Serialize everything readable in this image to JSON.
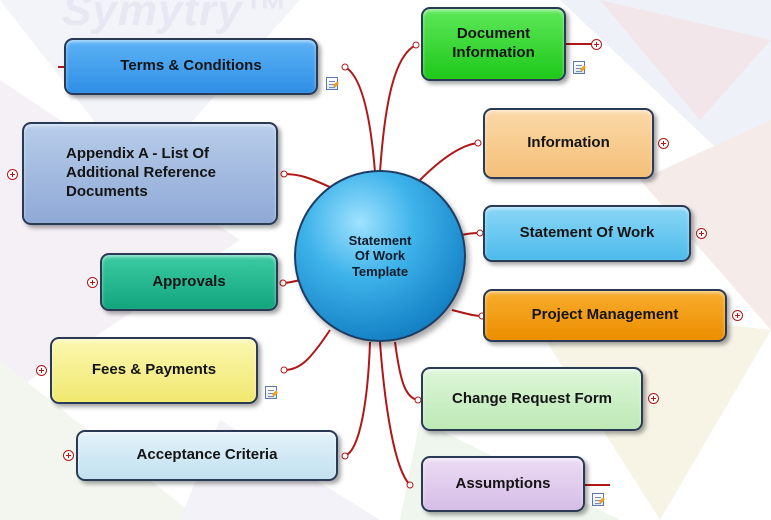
{
  "watermark": "Symytry™",
  "center": {
    "label": "Statement Of Work Template"
  },
  "topics": {
    "terms": "Terms & Conditions",
    "appendix": "Appendix A - List Of Additional Reference Documents",
    "approvals": "Approvals",
    "fees": "Fees & Payments",
    "acceptance": "Acceptance Criteria",
    "doc_info": "Document Information",
    "information": "Information",
    "sow": "Statement Of Work",
    "pm": "Project Management",
    "change": "Change Request Form",
    "assumptions": "Assumptions"
  },
  "colors": {
    "terms": "#2f8fe6",
    "appendix": "#9bb5de",
    "approvals": "#18b38a",
    "fees": "#f6f08c",
    "acceptance": "#cbe6f3",
    "doc_info": "#22d31e",
    "information": "#f7c98a",
    "sow": "#5ec4ee",
    "pm": "#f29400",
    "change": "#c9f0c4",
    "assumptions": "#dfc8ec",
    "connector": "#b01818"
  }
}
